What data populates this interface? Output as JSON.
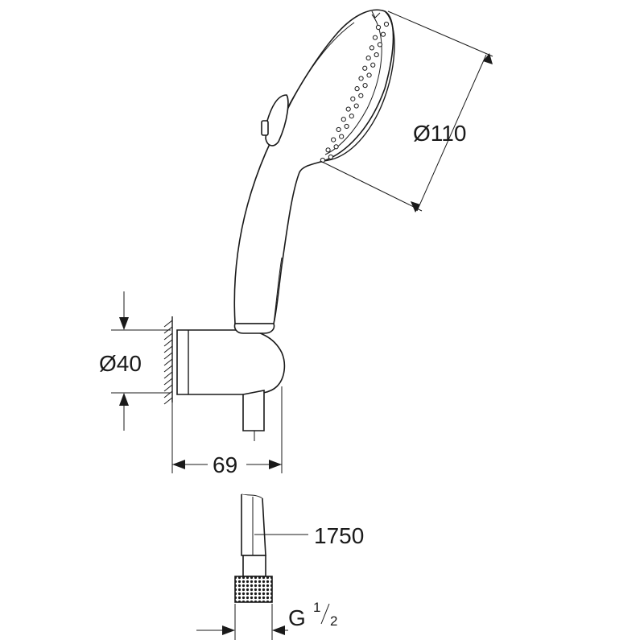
{
  "dimensions": {
    "head_diameter": "Ø110",
    "holder_diameter": "Ø40",
    "holder_depth": "69",
    "hose_length": "1750",
    "thread_main": "G",
    "thread_num": "1",
    "thread_den": "2"
  }
}
